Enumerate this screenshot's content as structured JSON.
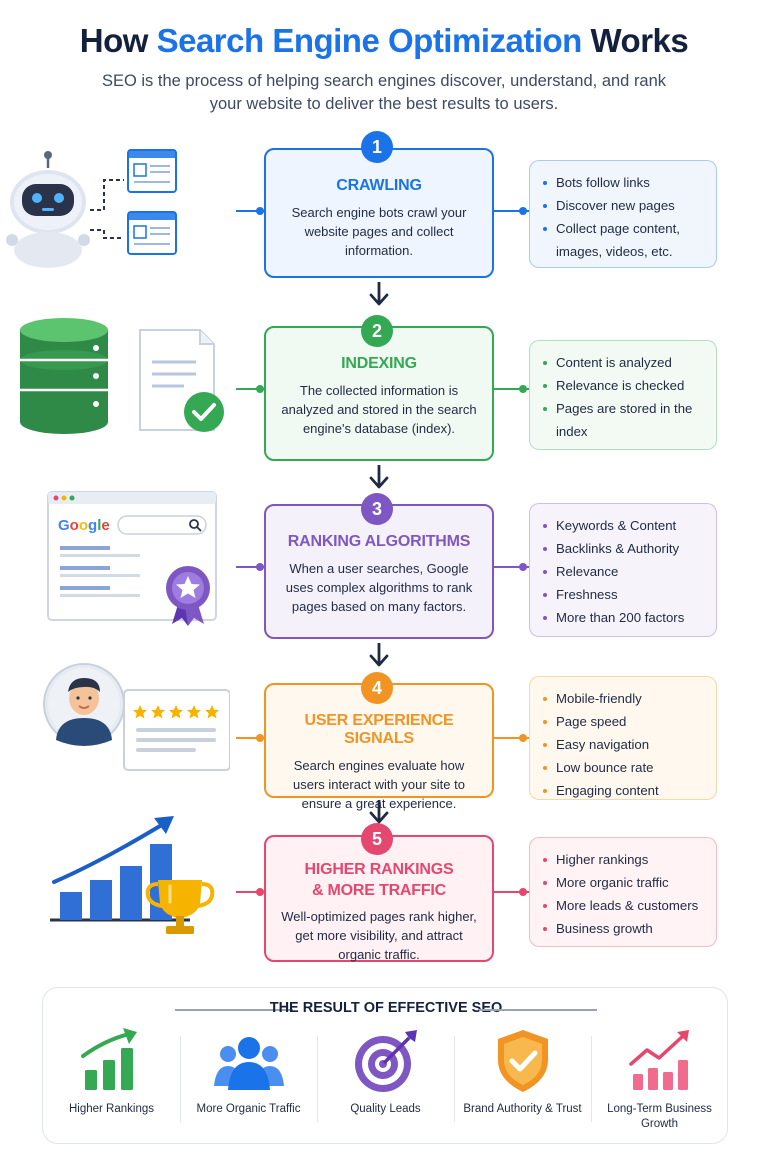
{
  "header": {
    "title_pre": "How ",
    "title_highlight": "Search Engine Optimization",
    "title_post": " Works",
    "subtitle": "SEO is the process of helping search engines discover, understand, and rank your website to deliver the best results to users."
  },
  "steps": [
    {
      "number": "1",
      "title": "CRAWLING",
      "description": "Search engine bots crawl your website pages and collect information.",
      "color": "#1a73e8",
      "bg": "#eef5ff",
      "list_bg": "#f1f6fd",
      "bullets": [
        "Bots follow links",
        "Discover new pages",
        "Collect page content, images, videos, etc."
      ],
      "icon": "robot-crawler-icon"
    },
    {
      "number": "2",
      "title": "INDEXING",
      "description": "The collected information is analyzed and stored in the search engine's database (index).",
      "color": "#34a853",
      "bg": "#f1faf2",
      "list_bg": "#f3faf3",
      "bullets": [
        "Content is analyzed",
        "Relevance is checked",
        "Pages are stored in the index"
      ],
      "icon": "database-document-icon"
    },
    {
      "number": "3",
      "title": "RANKING ALGORITHMS",
      "description": "When a user searches, Google uses complex algorithms to rank pages based on many factors.",
      "color": "#7e57c2",
      "bg": "#f5f1fb",
      "list_bg": "#f6f3fb",
      "bullets": [
        "Keywords & Content",
        "Backlinks & Authority",
        "Relevance",
        "Freshness",
        "More than 200 factors"
      ],
      "icon": "search-results-icon",
      "search_logo": "Google"
    },
    {
      "number": "4",
      "title": "USER EXPERIENCE SIGNALS",
      "description": "Search engines evaluate how users interact with your site to ensure a great experience.",
      "color": "#f29423",
      "bg": "#fff8ee",
      "list_bg": "#fff8ef",
      "bullets": [
        "Mobile-friendly",
        "Page speed",
        "Easy navigation",
        "Low bounce rate",
        "Engaging content"
      ],
      "icon": "user-rating-icon",
      "rating": 5
    },
    {
      "number": "5",
      "title": "HIGHER RANKINGS & MORE TRAFFIC",
      "title_line1": "HIGHER RANKINGS",
      "title_line2": "& MORE TRAFFIC",
      "description": "Well-optimized pages rank higher, get more visibility, and attract organic traffic.",
      "color": "#e5486e",
      "bg": "#fff1f4",
      "list_bg": "#fff3f5",
      "bullets": [
        "Higher rankings",
        "More organic traffic",
        "More leads & customers",
        "Business growth"
      ],
      "icon": "growth-chart-trophy-icon"
    }
  ],
  "results": {
    "title": "THE RESULT OF EFFECTIVE SEO",
    "items": [
      {
        "label": "Higher Rankings",
        "icon": "growth-bars-icon",
        "color": "#34a853"
      },
      {
        "label": "More Organic Traffic",
        "icon": "people-group-icon",
        "color": "#1a73e8"
      },
      {
        "label": "Quality Leads",
        "icon": "target-icon",
        "color": "#7e57c2"
      },
      {
        "label": "Brand Authority & Trust",
        "icon": "shield-check-icon",
        "color": "#f29423"
      },
      {
        "label": "Long-Term Business Growth",
        "icon": "growth-line-icon",
        "color": "#e5486e"
      }
    ]
  }
}
